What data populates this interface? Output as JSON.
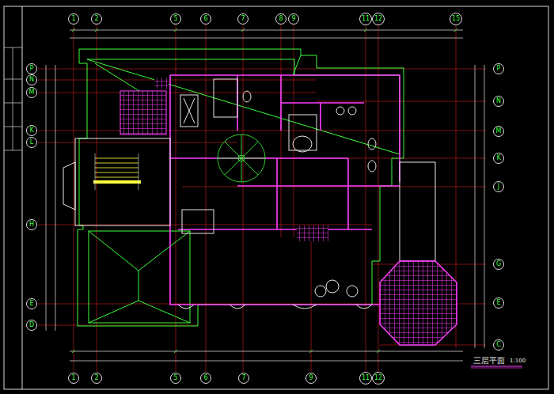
{
  "diagram": {
    "title": "三层平面",
    "nodes": [
      {
        "text": [
          "1"
        ]
      },
      {
        "text": [
          "2"
        ]
      },
      {
        "text": [
          "5"
        ]
      },
      {
        "text": [
          "6"
        ]
      },
      {
        "text": [
          "7"
        ]
      },
      {
        "text": [
          "8"
        ]
      },
      {
        "text": [
          "9"
        ]
      },
      {
        "text": [
          "11"
        ]
      },
      {
        "text": [
          "12"
        ]
      },
      {
        "text": [
          "15"
        ]
      },
      {
        "text": [
          "P"
        ]
      },
      {
        "text": [
          "N"
        ]
      },
      {
        "text": [
          "M"
        ]
      },
      {
        "text": [
          "K"
        ]
      },
      {
        "text": [
          "L"
        ]
      },
      {
        "text": [
          "H"
        ]
      },
      {
        "text": [
          "E"
        ]
      },
      {
        "text": [
          "D"
        ]
      },
      {
        "text": [
          "P"
        ]
      },
      {
        "text": [
          "N"
        ]
      },
      {
        "text": [
          "M"
        ]
      },
      {
        "text": [
          "K"
        ]
      },
      {
        "text": [
          "J"
        ]
      },
      {
        "text": [
          "G"
        ]
      },
      {
        "text": [
          "E"
        ]
      },
      {
        "text": [
          "C"
        ]
      },
      {
        "text": [
          "1"
        ]
      },
      {
        "text": [
          "2"
        ]
      },
      {
        "text": [
          "5"
        ]
      },
      {
        "text": [
          "6"
        ]
      },
      {
        "text": [
          "7"
        ]
      },
      {
        "text": [
          "9"
        ]
      },
      {
        "text": [
          "11"
        ]
      },
      {
        "text": [
          "12"
        ]
      }
    ],
    "labels": [
      "1:100"
    ]
  }
}
